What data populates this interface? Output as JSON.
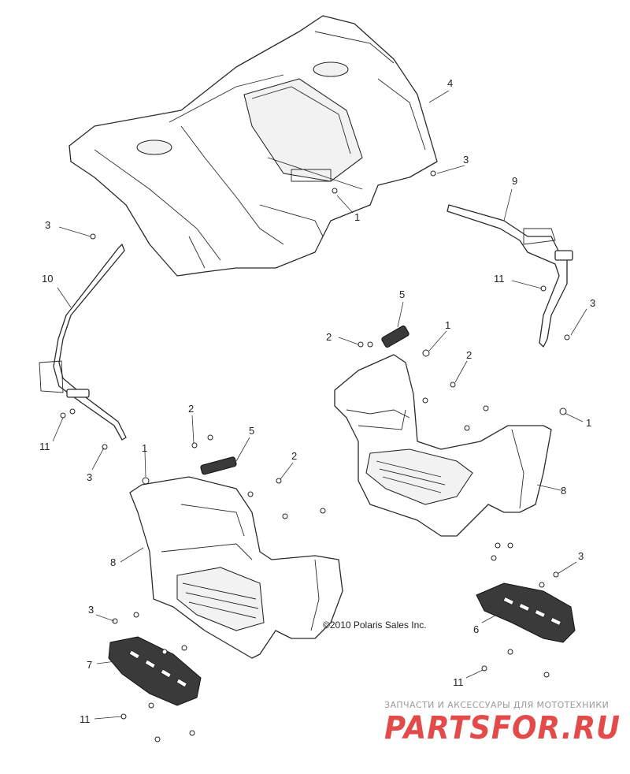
{
  "diagram": {
    "copyright": "©2010 Polaris Sales Inc.",
    "callouts": [
      "1",
      "2",
      "3",
      "4",
      "5",
      "6",
      "7",
      "8",
      "9",
      "10",
      "11"
    ]
  },
  "watermark": {
    "tagline": "ЗАПЧАСТИ И АКСЕССУАРЫ ДЛЯ МОТОТЕХНИКИ",
    "brand": "PARTSFOR.RU"
  }
}
